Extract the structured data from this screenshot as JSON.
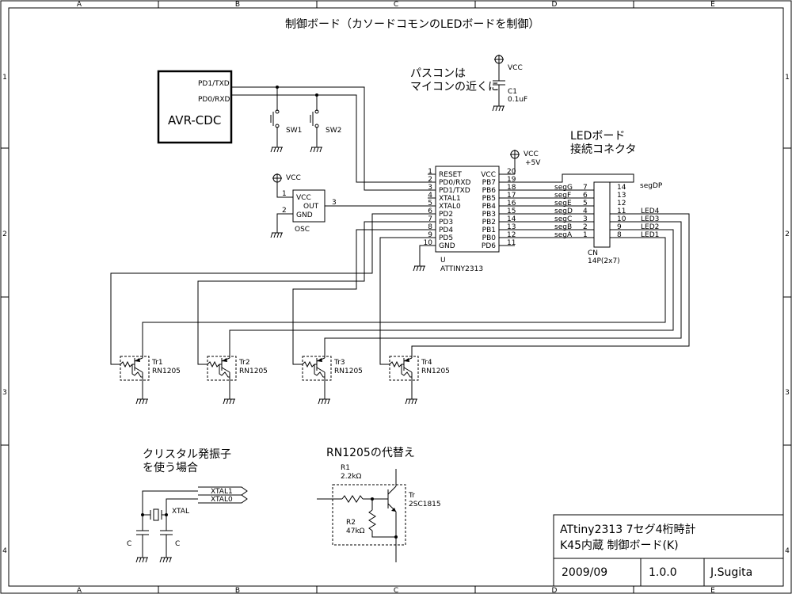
{
  "sheet": {
    "title": "制御ボード（カソードコモンのLEDボードを制御）",
    "col_labels": [
      "A",
      "B",
      "C",
      "D",
      "E"
    ],
    "row_labels": [
      "1",
      "2",
      "3",
      "4"
    ]
  },
  "notes": {
    "bypass_cap_line1": "パスコンは",
    "bypass_cap_line2": "マイコンの近くに",
    "led_board_line1": "LEDボード",
    "led_board_line2": "接続コネクタ",
    "crystal_line1": "クリスタル発振子",
    "crystal_line2": "を使う場合",
    "rn1205_alt": "RN1205の代替え"
  },
  "power": {
    "vcc": "VCC",
    "vcc_5v": "+5V"
  },
  "avr_cdc": {
    "name": "AVR-CDC",
    "pin_txd": "PD1/TXD",
    "pin_rxd": "PD0/RXD"
  },
  "switches": {
    "sw1": "SW1",
    "sw2": "SW2"
  },
  "c1": {
    "ref": "C1",
    "value": "0.1uF"
  },
  "osc": {
    "ref": "OSC",
    "pin_vcc": "VCC",
    "pin_out": "OUT",
    "pin_gnd": "GND",
    "num_vcc": "1",
    "num_gnd": "2",
    "num_out": "3"
  },
  "mcu": {
    "ref": "U",
    "part": "ATTINY2313",
    "left_pins": [
      {
        "num": "1",
        "name": "RESET"
      },
      {
        "num": "2",
        "name": "PD0/RXD"
      },
      {
        "num": "3",
        "name": "PD1/TXD"
      },
      {
        "num": "4",
        "name": "XTAL1"
      },
      {
        "num": "5",
        "name": "XTAL0"
      },
      {
        "num": "6",
        "name": "PD2"
      },
      {
        "num": "7",
        "name": "PD3"
      },
      {
        "num": "8",
        "name": "PD4"
      },
      {
        "num": "9",
        "name": "PD5"
      },
      {
        "num": "10",
        "name": "GND"
      }
    ],
    "right_pins": [
      {
        "num": "20",
        "name": "VCC"
      },
      {
        "num": "19",
        "name": "PB7"
      },
      {
        "num": "18",
        "name": "PB6"
      },
      {
        "num": "17",
        "name": "PB5"
      },
      {
        "num": "16",
        "name": "PB4"
      },
      {
        "num": "15",
        "name": "PB3"
      },
      {
        "num": "14",
        "name": "PB2"
      },
      {
        "num": "13",
        "name": "PB1"
      },
      {
        "num": "12",
        "name": "PB0"
      },
      {
        "num": "11",
        "name": "PD6"
      }
    ]
  },
  "connector": {
    "ref": "CN",
    "part": "14P(2x7)",
    "rows": [
      {
        "net": "segG",
        "pin_l": "7",
        "pin_r": "14",
        "net_r": "segDP"
      },
      {
        "net": "segF",
        "pin_l": "6",
        "pin_r": "13",
        "net_r": ""
      },
      {
        "net": "segE",
        "pin_l": "5",
        "pin_r": "12",
        "net_r": ""
      },
      {
        "net": "segD",
        "pin_l": "4",
        "pin_r": "11",
        "net_r": "LED4"
      },
      {
        "net": "segC",
        "pin_l": "3",
        "pin_r": "10",
        "net_r": "LED3"
      },
      {
        "net": "segB",
        "pin_l": "2",
        "pin_r": "9",
        "net_r": "LED2"
      },
      {
        "net": "segA",
        "pin_l": "1",
        "pin_r": "8",
        "net_r": "LED1"
      }
    ]
  },
  "transistors": [
    {
      "ref": "Tr1",
      "part": "RN1205"
    },
    {
      "ref": "Tr2",
      "part": "RN1205"
    },
    {
      "ref": "Tr3",
      "part": "RN1205"
    },
    {
      "ref": "Tr4",
      "part": "RN1205"
    }
  ],
  "crystal": {
    "xtal1": "XTAL1",
    "xtal0": "XTAL0",
    "xtal": "XTAL",
    "cap_left": "C",
    "cap_right": "C"
  },
  "alt_circuit": {
    "r1_ref": "R1",
    "r1_value": "2.2kΩ",
    "r2_ref": "R2",
    "r2_value": "47kΩ",
    "tr_ref": "Tr",
    "tr_part": "2SC1815"
  },
  "title_block": {
    "line1": "ATtiny2313 7セグ4桁時計",
    "line2": "K45内蔵 制御ボード(K)",
    "date": "2009/09",
    "version": "1.0.0",
    "author": "J.Sugita"
  }
}
